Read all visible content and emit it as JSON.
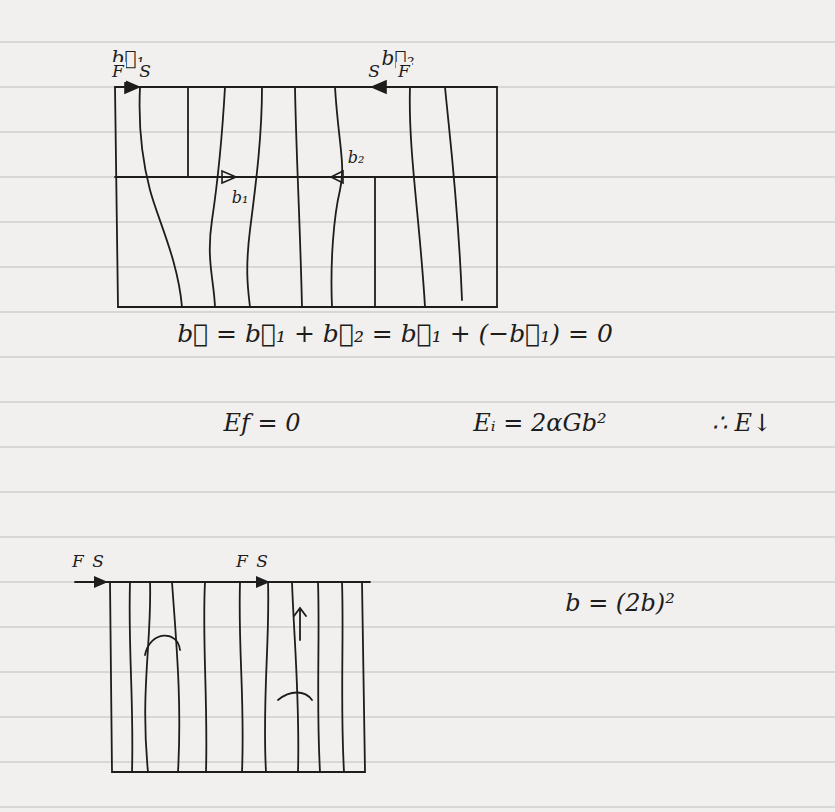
{
  "diagram": {
    "labels": [
      "b⃗₁",
      "b⃗₂",
      "F",
      "S",
      "S",
      "F",
      "b₁",
      "b₂",
      "b⃗ = b⃗₁ + b⃗₂ = b⃗₁ + (−b⃗₁) = 0",
      "Ef = 0",
      "Eᵢ = 2αGb²",
      "∴ E↓",
      "F",
      "S",
      "F",
      "S",
      "b = (2b)²"
    ]
  }
}
